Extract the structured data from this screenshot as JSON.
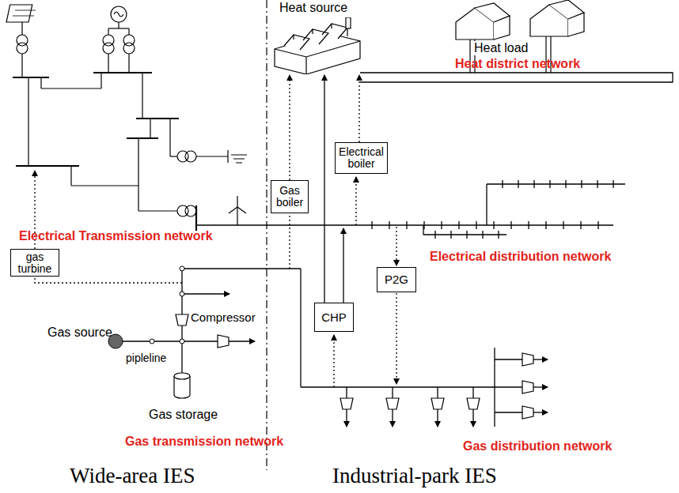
{
  "diagram": {
    "nodes": [
      {
        "text": [
          "Heat source"
        ]
      },
      {
        "text": [
          "Gas boiler"
        ]
      },
      {
        "text": [
          "Electrical boiler"
        ]
      },
      {
        "text": [
          "gas turbine"
        ]
      },
      {
        "text": [
          "CHP"
        ]
      },
      {
        "text": [
          "P2G"
        ]
      }
    ],
    "edges": [
      {
        "from": 1,
        "to": 0,
        "arrow": "to"
      },
      {
        "from": 2,
        "to": 0,
        "arrow": "to"
      },
      {
        "from": 4,
        "to": 0,
        "arrow": "to"
      }
    ],
    "labels": [
      "Heat load",
      "Heat district network",
      "Electrical Transmission network",
      "Electrical distribution network",
      "Gas source",
      "pipleline",
      "Compressor",
      "Gas storage",
      "Gas transmission network",
      "Gas distribution network",
      "Wide-area IES",
      "Industrial-park IES"
    ]
  }
}
